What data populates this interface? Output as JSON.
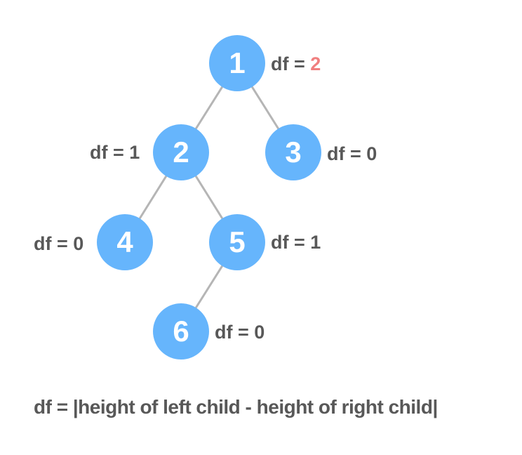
{
  "diagram": {
    "type": "binary-tree",
    "colors": {
      "node_fill": "#66b5fc",
      "node_text": "#ffffff",
      "edge": "#b5b5b5",
      "label_text": "#585858",
      "highlight": "#f07f7f"
    },
    "nodes": [
      {
        "id": "1",
        "label": "1",
        "df_prefix": "df = ",
        "df_value": "2",
        "highlight": true
      },
      {
        "id": "2",
        "label": "2",
        "df_prefix": "df = ",
        "df_value": "1"
      },
      {
        "id": "3",
        "label": "3",
        "df_prefix": "df = ",
        "df_value": "0"
      },
      {
        "id": "4",
        "label": "4",
        "df_prefix": "df = ",
        "df_value": "0"
      },
      {
        "id": "5",
        "label": "5",
        "df_prefix": "df = ",
        "df_value": "1"
      },
      {
        "id": "6",
        "label": "6",
        "df_prefix": "df = ",
        "df_value": "0"
      }
    ],
    "edges": [
      [
        "1",
        "2"
      ],
      [
        "1",
        "3"
      ],
      [
        "2",
        "4"
      ],
      [
        "2",
        "5"
      ],
      [
        "5",
        "6"
      ]
    ],
    "formula": "df = |height of left child - height of right child|"
  }
}
